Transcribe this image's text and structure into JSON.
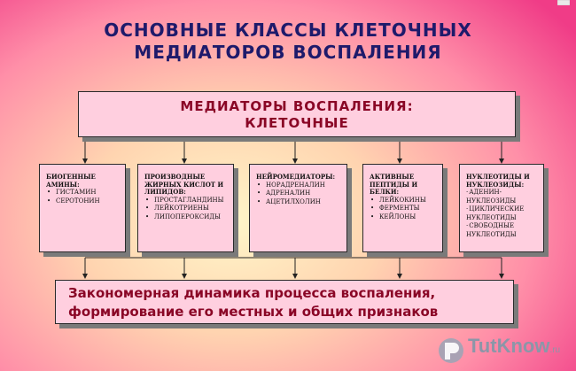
{
  "title": {
    "line1": "ОСНОВНЫЕ  КЛАССЫ  КЛЕТОЧНЫХ",
    "line2": "МЕДИАТОРОВ  ВОСПАЛЕНИЯ"
  },
  "main_box": {
    "line1": "МЕДИАТОРЫ   ВОСПАЛЕНИЯ:",
    "line2": "КЛЕТОЧНЫЕ"
  },
  "categories": [
    {
      "title": "БИОГЕННЫЕ АМИНЫ:",
      "items": [
        "ГИСТАМИН",
        "СЕРОТОНИН"
      ]
    },
    {
      "title": "ПРОИЗВОДНЫЕ ЖИРНЫХ КИСЛОТ И ЛИПИДОВ:",
      "items": [
        "ПРОСТАГЛАНДИНЫ",
        "ЛЕЙКОТРИЕНЫ",
        "ЛИПОПЕРОКСИДЫ"
      ]
    },
    {
      "title": "НЕЙРОМЕДИАТОРЫ:",
      "items": [
        "НОРАДРЕНАЛИН",
        "АДРЕНАЛИН",
        "АЦЕТИЛХОЛИН"
      ]
    },
    {
      "title": "АКТИВНЫЕ ПЕПТИДЫ И БЕЛКИ:",
      "items": [
        "ЛЕЙКОКИНЫ",
        "ФЕРМЕНТЫ",
        "КЕЙЛОНЫ"
      ]
    },
    {
      "title": "НУКЛЕОТИДЫ И НУКЛЕОЗИДЫ:",
      "items": [
        "АДЕНИН-НУКЛЕОЗИДЫ",
        "ЦИКЛИЧЕСКИЕ НУКЛЕОТИДЫ",
        "СВОБОДНЫЕ НУКЛЕОТИДЫ"
      ]
    }
  ],
  "bottom_box": {
    "line1": "Закономерная  динамика  процесса  воспаления,",
    "line2": "формирование  его  местных  и  общих  признаков"
  },
  "watermark": {
    "main": "TutKnow",
    "suffix": ".ru"
  },
  "colors": {
    "title": "#1e1a6b",
    "box_text": "#8a0626",
    "box_fill": "#ffcfdf",
    "arrow": "#222222"
  }
}
